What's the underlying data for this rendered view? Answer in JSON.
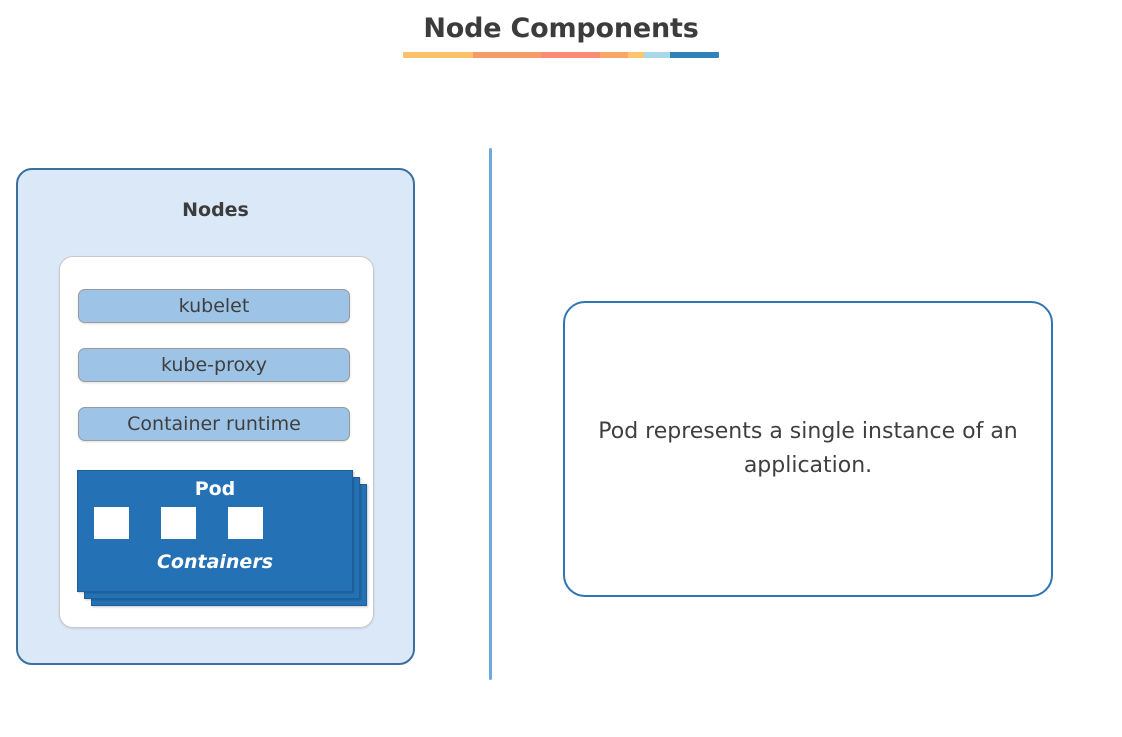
{
  "header": {
    "title": "Node Components",
    "underline_segments": [
      {
        "color": "#fbc268",
        "width": 79
      },
      {
        "color": "#f79a6a",
        "width": 77
      },
      {
        "color": "#f98a78",
        "width": 66
      },
      {
        "color": "#f9a765",
        "width": 32
      },
      {
        "color": "#fcc66d",
        "width": 18
      },
      {
        "color": "#a8d8ea",
        "width": 29
      },
      {
        "color": "#3182b8",
        "width": 55
      }
    ]
  },
  "colors": {
    "title_text": "#3c3c3c",
    "nodes_box_fill": "#dbe8f7",
    "nodes_box_border": "#3c6e9f",
    "pill_fill": "#9dc3e6",
    "pill_border": "#9a9a9a",
    "pod_fill": "#2472b5",
    "divider": "#6fa8dc",
    "panel_border": "#2e75b6"
  },
  "nodes_panel": {
    "heading": "Nodes",
    "components": [
      {
        "label": "kubelet"
      },
      {
        "label": "kube-proxy"
      },
      {
        "label": "Container runtime"
      }
    ],
    "pod": {
      "title": "Pod",
      "containers_label": "Containers",
      "container_count": 3,
      "stack_layers": 3
    }
  },
  "description_panel": {
    "text": "Pod represents a single instance of an application."
  }
}
